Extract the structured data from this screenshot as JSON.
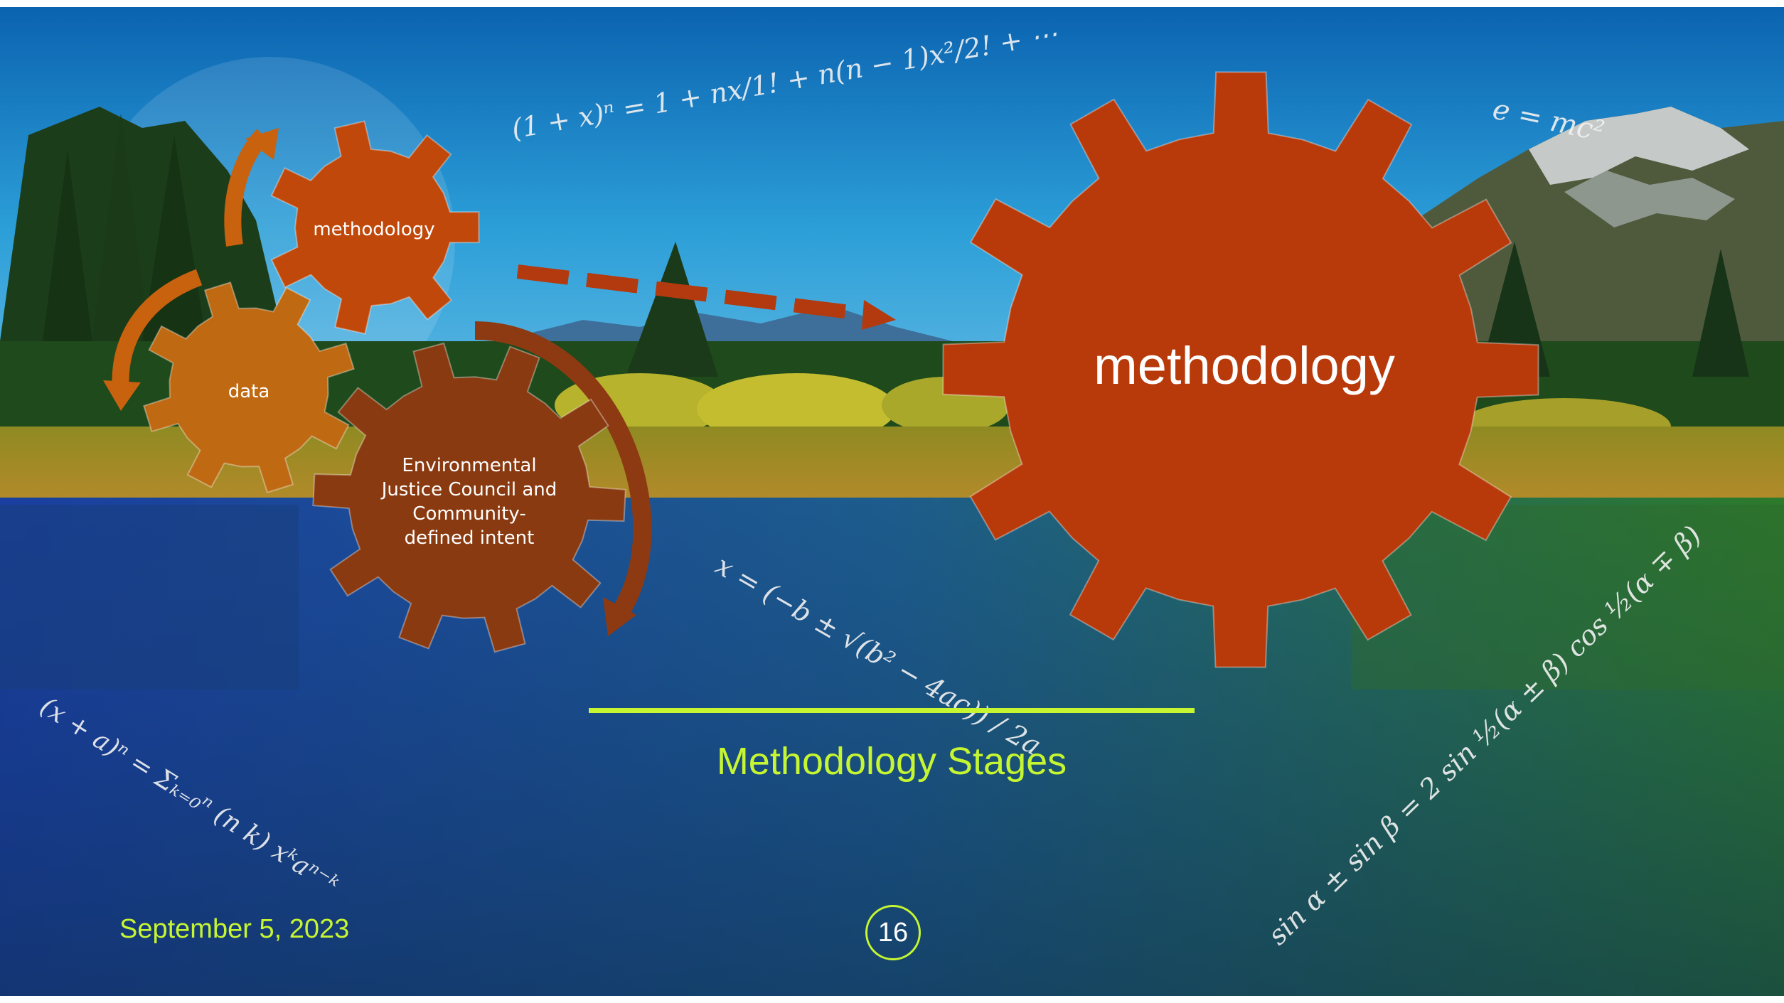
{
  "slide": {
    "gears": {
      "methodology_small": "methodology",
      "data": "data",
      "ejc_line1": "Environmental",
      "ejc_line2": "Justice Council and",
      "ejc_line3": "Community-",
      "ejc_line4": "defined intent",
      "methodology_large": "methodology"
    },
    "equations": {
      "binomial_series": "(1 + x)ⁿ = 1 + nx/1! + n(n − 1)x²/2! + ⋯",
      "mass_energy": "e = mc²",
      "quadratic": "x = (−b ± √(b² − 4ac)) / 2a",
      "binomial_theorem": "(x + a)ⁿ = Σₖ₌₀ⁿ (n k) xᵏaⁿ⁻ᵏ",
      "sum_to_product": "sin α ± sin β = 2 sin ½(α ± β) cos ½(α ∓ β)"
    },
    "caption": "Methodology Stages",
    "date": "September 5, 2023",
    "page_number": "16"
  },
  "colors": {
    "accent": "#c6f531",
    "gear_orange": "#c0480a",
    "gear_large": "#b83a0a",
    "gear_data": "#bf6a12",
    "gear_brown": "#8a3a10",
    "arrow_brown": "#8d3a12",
    "arrow_orange": "#c8620f"
  },
  "icons": [
    "gear-icon",
    "curved-arrow-icon",
    "dashed-arrow-icon"
  ]
}
